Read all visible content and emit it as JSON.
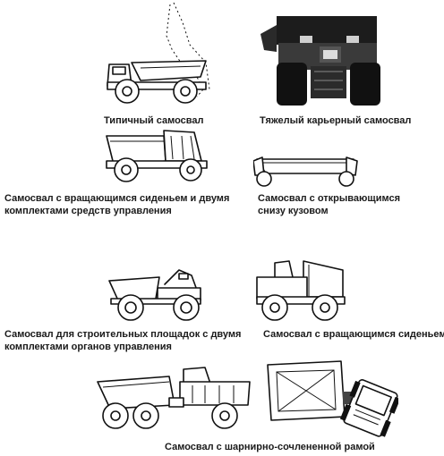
{
  "captions": {
    "typical": "Типичный самосвал",
    "heavy_quarry": "Тяжелый карьерный самосвал",
    "rotating_seat_two_controls": [
      "Самосвал с вращающимся сиденьем и двумя",
      "комплектами средств управления"
    ],
    "bottom_opening_body": [
      "Самосвал с открывающимся",
      "снизу кузовом"
    ],
    "construction_site_two_controls": [
      "Самосвал для строительных площадок с двумя",
      "комплектами органов управления"
    ],
    "rotating_seat": "Самосвал с вращающимся сиденьем",
    "articulated": "Самосвал с шарнирно-сочлененной рамой"
  }
}
